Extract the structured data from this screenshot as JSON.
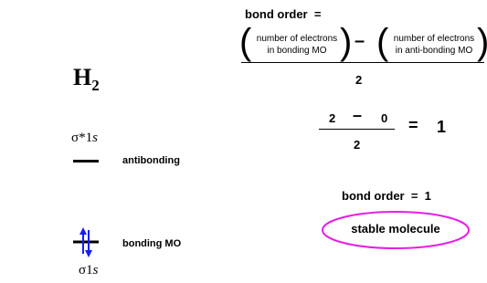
{
  "molecule": {
    "symbol": "H",
    "subscript": "2"
  },
  "antibonding": {
    "orbital_label": "σ*1",
    "orbital_label_s": "s",
    "description": "antibonding"
  },
  "bonding": {
    "orbital_label": "σ1",
    "orbital_label_s": "s",
    "description": "bonding MO",
    "electrons": 2
  },
  "formula": {
    "title": "bond order  =",
    "term1_line1": "number of electrons",
    "term1_line2": "in bonding MO",
    "minus": "–",
    "term2_line1": "number of electrons",
    "term2_line2": "in anti-bonding MO",
    "denominator": "2"
  },
  "calculation": {
    "bonding_count": "2",
    "minus": "–",
    "antibonding_count": "0",
    "denominator": "2",
    "equals": "=",
    "result": "1"
  },
  "result": {
    "label": "bond order  =  1",
    "conclusion": "stable molecule"
  },
  "colors": {
    "arrow": "#1a1aff",
    "ellipse": "#e61ee6",
    "line": "#000000"
  }
}
